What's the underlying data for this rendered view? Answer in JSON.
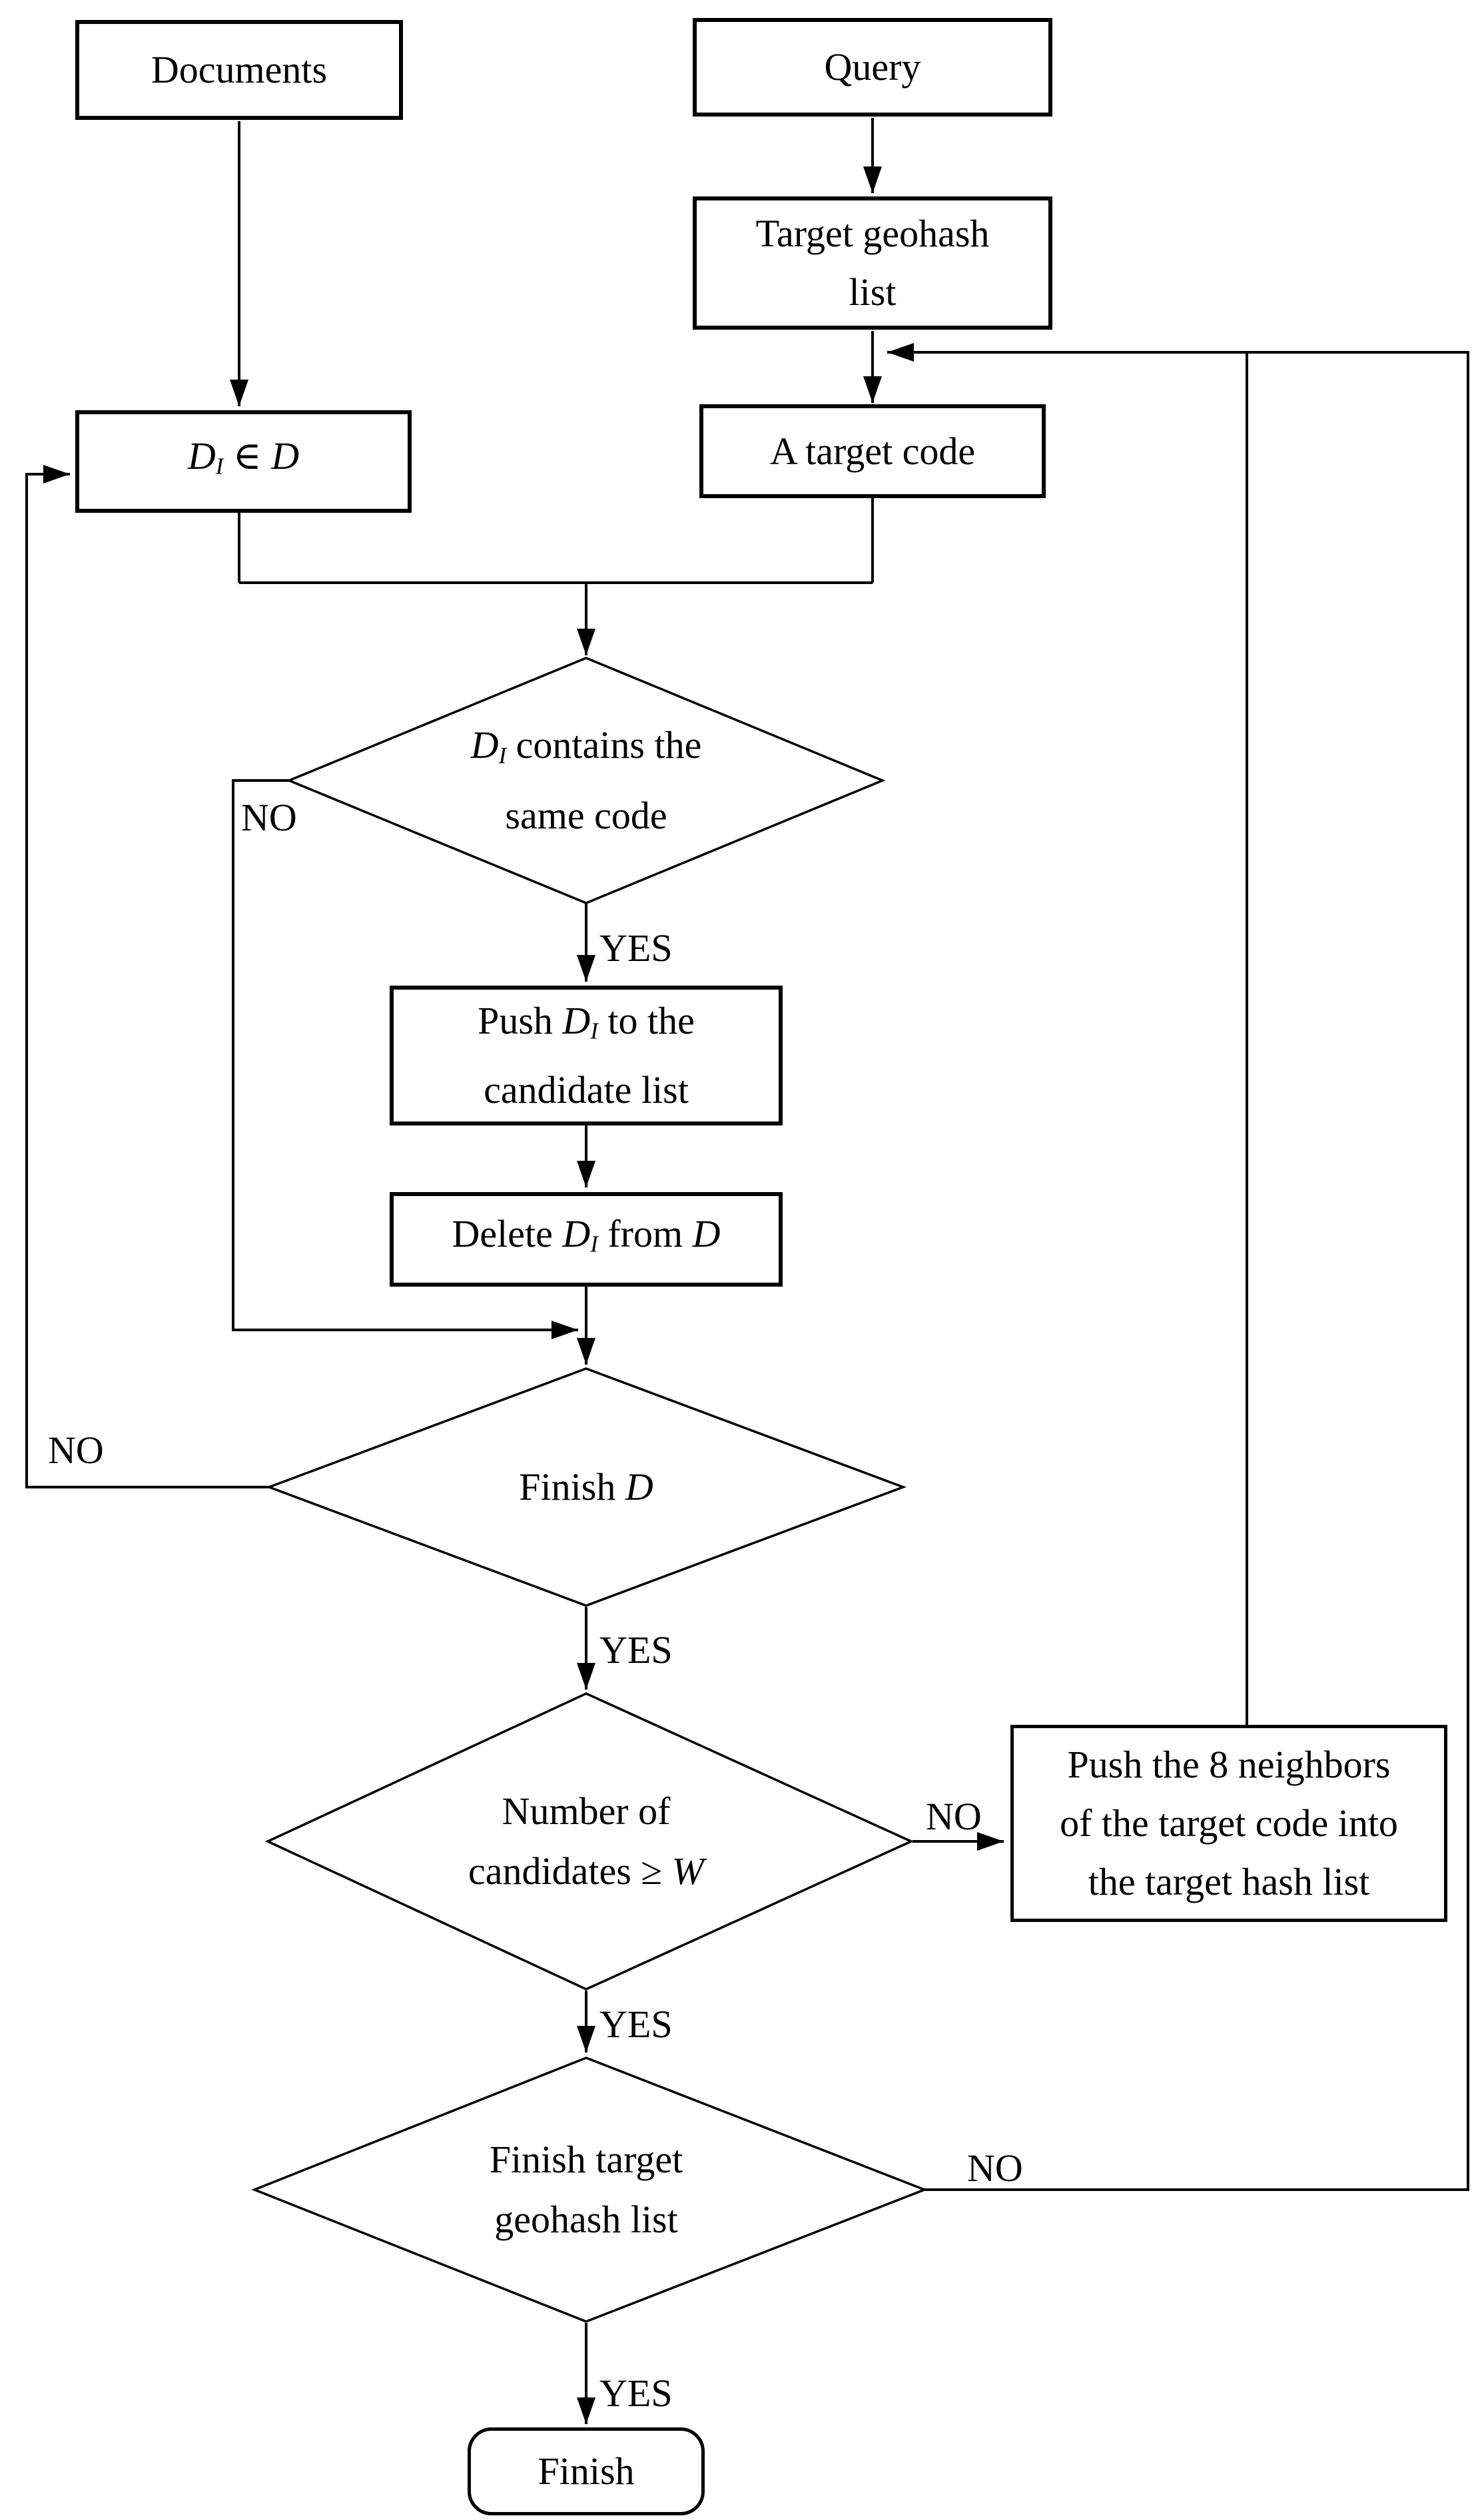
{
  "colors": {
    "line": "#000000",
    "text": "#000000",
    "background": "#ffffff"
  },
  "edge_labels": {
    "yes": "YES",
    "no": "NO"
  },
  "nodes": {
    "documents": {
      "lines": [
        [
          {
            "t": "Documents"
          }
        ]
      ]
    },
    "query": {
      "lines": [
        [
          {
            "t": "Query"
          }
        ]
      ]
    },
    "target_geohash_list": {
      "lines": [
        [
          {
            "t": "Target geohash"
          }
        ],
        [
          {
            "t": "list"
          }
        ]
      ]
    },
    "a_target_code": {
      "lines": [
        [
          {
            "t": "A target code"
          }
        ]
      ]
    },
    "d_i_in_d": {
      "lines": [
        [
          {
            "t": "D",
            "i": true
          },
          {
            "t": "I",
            "sub": true
          },
          {
            "t": " ∈ "
          },
          {
            "t": "D",
            "i": true
          }
        ]
      ]
    },
    "d1_contains_same_code": {
      "lines": [
        [
          {
            "t": "D",
            "i": true
          },
          {
            "t": "I",
            "sub": true
          },
          {
            "t": " contains the"
          }
        ],
        [
          {
            "t": "same code"
          }
        ]
      ]
    },
    "push_candidate": {
      "lines": [
        [
          {
            "t": "Push "
          },
          {
            "t": "D",
            "i": true
          },
          {
            "t": "I",
            "sub": true
          },
          {
            "t": " to the"
          }
        ],
        [
          {
            "t": "candidate list"
          }
        ]
      ]
    },
    "delete_from_d": {
      "lines": [
        [
          {
            "t": "Delete "
          },
          {
            "t": "D",
            "i": true
          },
          {
            "t": "I",
            "sub": true
          },
          {
            "t": " from "
          },
          {
            "t": "D",
            "i": true
          }
        ]
      ]
    },
    "d2_finish_d": {
      "lines": [
        [
          {
            "t": "Finish "
          },
          {
            "t": "D",
            "i": true
          }
        ]
      ]
    },
    "d3_number_of_candidates": {
      "lines": [
        [
          {
            "t": "Number of"
          }
        ],
        [
          {
            "t": "candidates ≥ "
          },
          {
            "t": "W",
            "i": true
          }
        ]
      ]
    },
    "push_8_neighbors": {
      "lines": [
        [
          {
            "t": "Push the 8 neighbors"
          }
        ],
        [
          {
            "t": "of the target code into"
          }
        ],
        [
          {
            "t": "the target hash list"
          }
        ]
      ]
    },
    "d4_finish_target_list": {
      "lines": [
        [
          {
            "t": "Finish target"
          }
        ],
        [
          {
            "t": "geohash list"
          }
        ]
      ]
    },
    "finish": {
      "lines": [
        [
          {
            "t": "Finish"
          }
        ]
      ]
    }
  }
}
